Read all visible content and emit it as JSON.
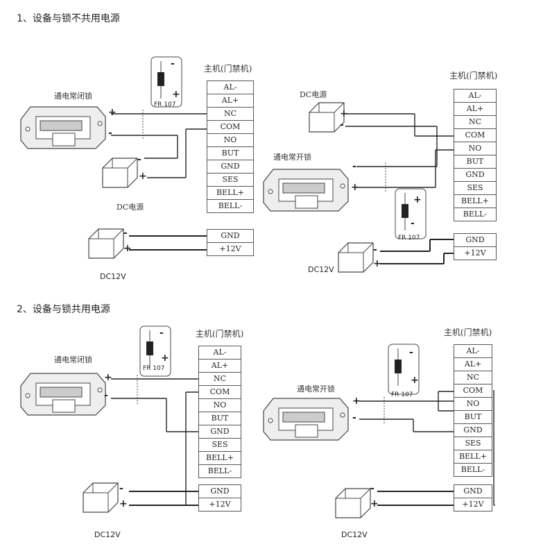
{
  "sections": {
    "s1": "1、设备与锁不共用电源",
    "s2": "2、设备与锁共用电源"
  },
  "host_label": "主机(门禁机)",
  "terminals": [
    "AL-",
    "AL+",
    "NC",
    "COM",
    "NO",
    "BUT",
    "GND",
    "SES",
    "BELL+",
    "BELL-"
  ],
  "power_terminals": [
    "GND",
    "+12V"
  ],
  "lock_nc": "通电常闭锁",
  "lock_no": "通电常开锁",
  "dc_supply": "DC电源",
  "dc12v": "DC12V",
  "diode": "FR 107",
  "plus": "+",
  "minus": "-"
}
